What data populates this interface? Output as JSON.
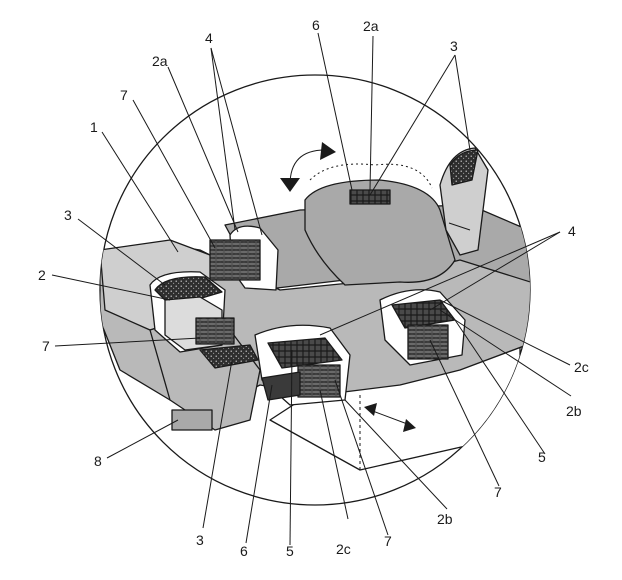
{
  "diagram": {
    "labels": [
      {
        "id": "l-1",
        "text": "1"
      },
      {
        "id": "l-2",
        "text": "2"
      },
      {
        "id": "l-2a-left",
        "text": "2a"
      },
      {
        "id": "l-2a-top",
        "text": "2a"
      },
      {
        "id": "l-2b-right",
        "text": "2b"
      },
      {
        "id": "l-2b-bottom",
        "text": "2b"
      },
      {
        "id": "l-2c-right",
        "text": "2c"
      },
      {
        "id": "l-2c-bottom",
        "text": "2c"
      },
      {
        "id": "l-3-left",
        "text": "3"
      },
      {
        "id": "l-3-top",
        "text": "3"
      },
      {
        "id": "l-3-bottom",
        "text": "3"
      },
      {
        "id": "l-4-top",
        "text": "4"
      },
      {
        "id": "l-4-right",
        "text": "4"
      },
      {
        "id": "l-5-right",
        "text": "5"
      },
      {
        "id": "l-5-bottom",
        "text": "5"
      },
      {
        "id": "l-6-top",
        "text": "6"
      },
      {
        "id": "l-6-bottom",
        "text": "6"
      },
      {
        "id": "l-7-upper-left",
        "text": "7"
      },
      {
        "id": "l-7-left",
        "text": "7"
      },
      {
        "id": "l-7-right",
        "text": "7"
      },
      {
        "id": "l-7-bottom",
        "text": "7"
      },
      {
        "id": "l-8",
        "text": "8"
      }
    ]
  }
}
